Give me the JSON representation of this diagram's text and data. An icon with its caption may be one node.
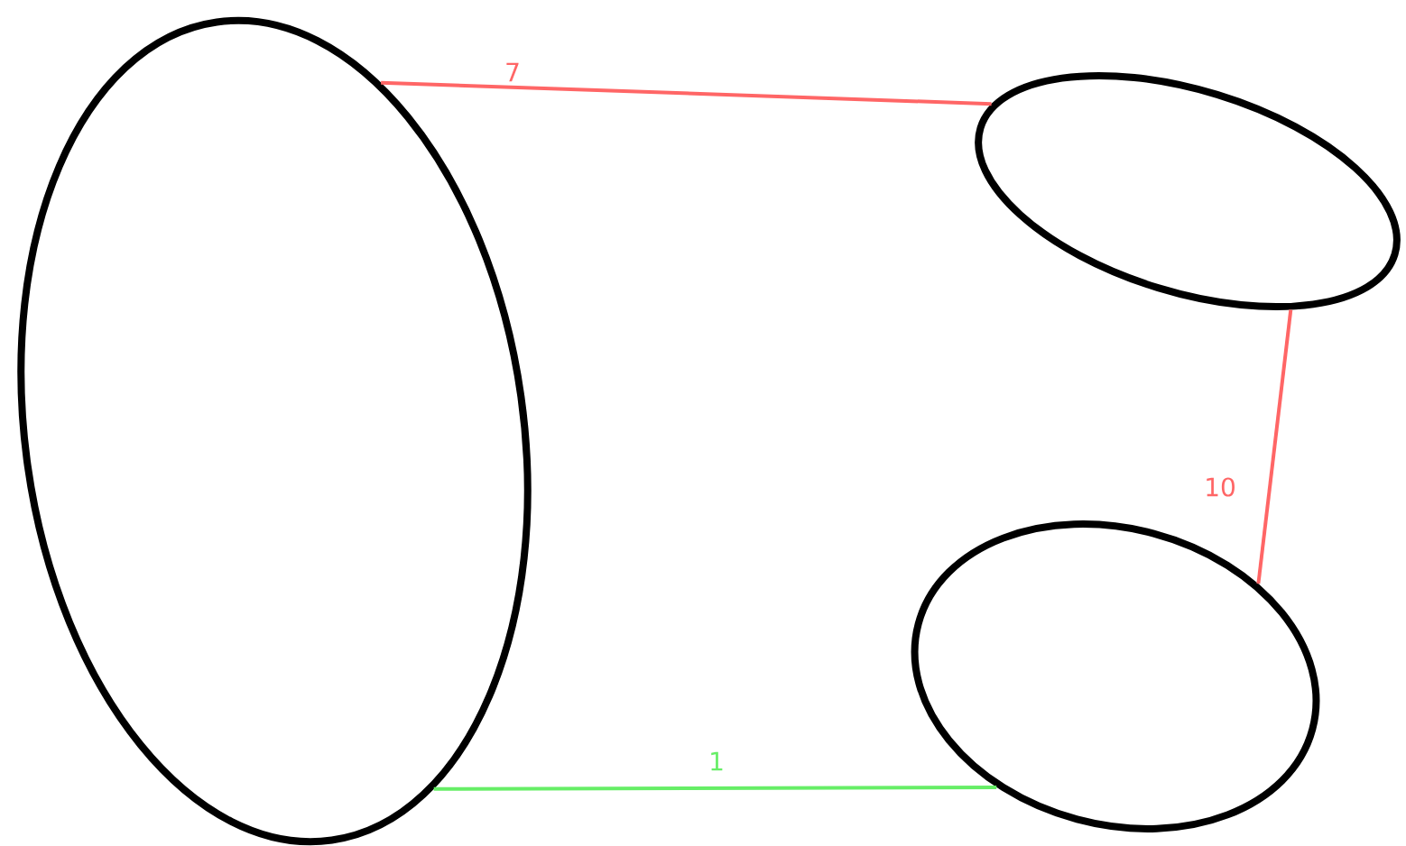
{
  "diagram": {
    "nodes": [
      {
        "text": [],
        "shape": "ellipse"
      },
      {
        "text": [],
        "shape": "ellipse"
      },
      {
        "text": [],
        "shape": "ellipse"
      }
    ],
    "edges": [
      {
        "from": 0,
        "to": 1,
        "arrow": "none",
        "label": "7"
      },
      {
        "from": 1,
        "to": 2,
        "arrow": "none",
        "label": "10"
      },
      {
        "from": 0,
        "to": 2,
        "arrow": "none",
        "label": "1",
        "color": "#66ee66"
      }
    ]
  }
}
